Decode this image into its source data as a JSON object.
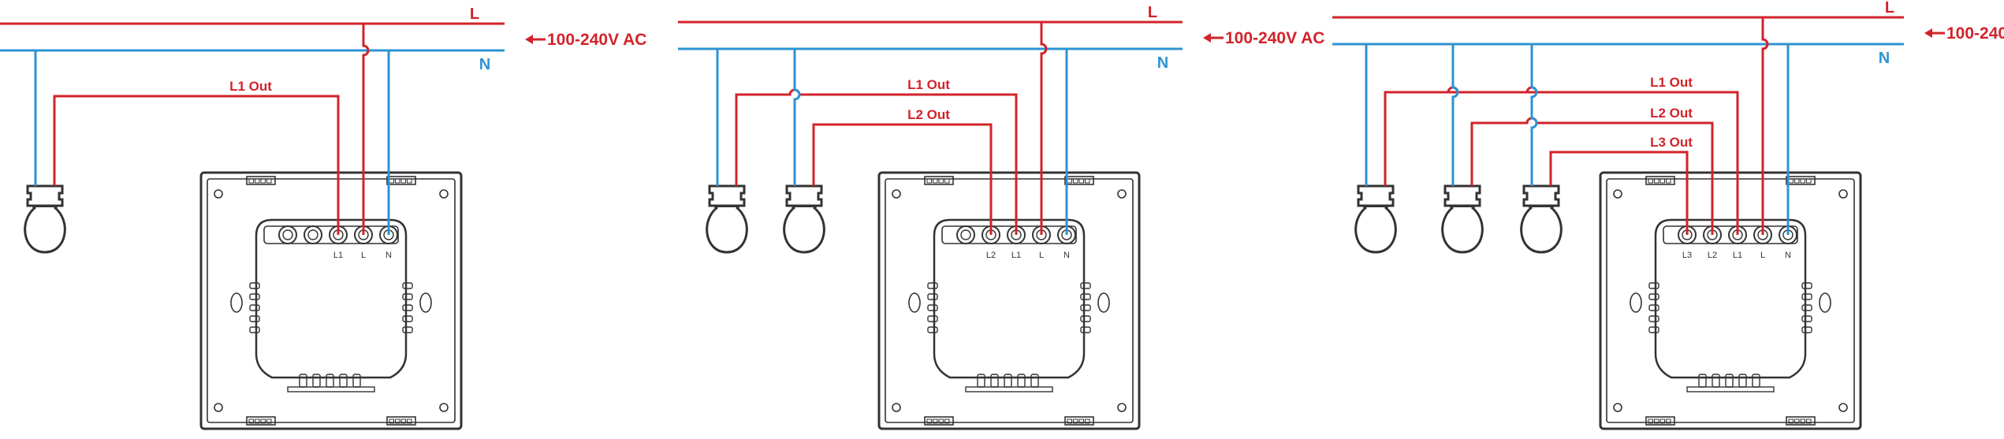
{
  "colors": {
    "live": "#d2232a",
    "neutral": "#2e93d1",
    "outline": "#333333",
    "text_red": "#d2232a",
    "text_blue": "#2e93d1"
  },
  "labels": {
    "live_line": "L",
    "neutral_line": "N",
    "supply": "100-240V AC"
  },
  "diagrams": [
    {
      "id": "one-gang",
      "outputs": [
        "L1 Out"
      ],
      "terminals": [
        "L1",
        "L",
        "N"
      ]
    },
    {
      "id": "two-gang",
      "outputs": [
        "L1 Out",
        "L2 Out"
      ],
      "terminals": [
        "L2",
        "L1",
        "L",
        "N"
      ]
    },
    {
      "id": "three-gang",
      "outputs": [
        "L1 Out",
        "L2 Out",
        "L3 Out"
      ],
      "terminals": [
        "L3",
        "L2",
        "L1",
        "L",
        "N"
      ]
    }
  ]
}
